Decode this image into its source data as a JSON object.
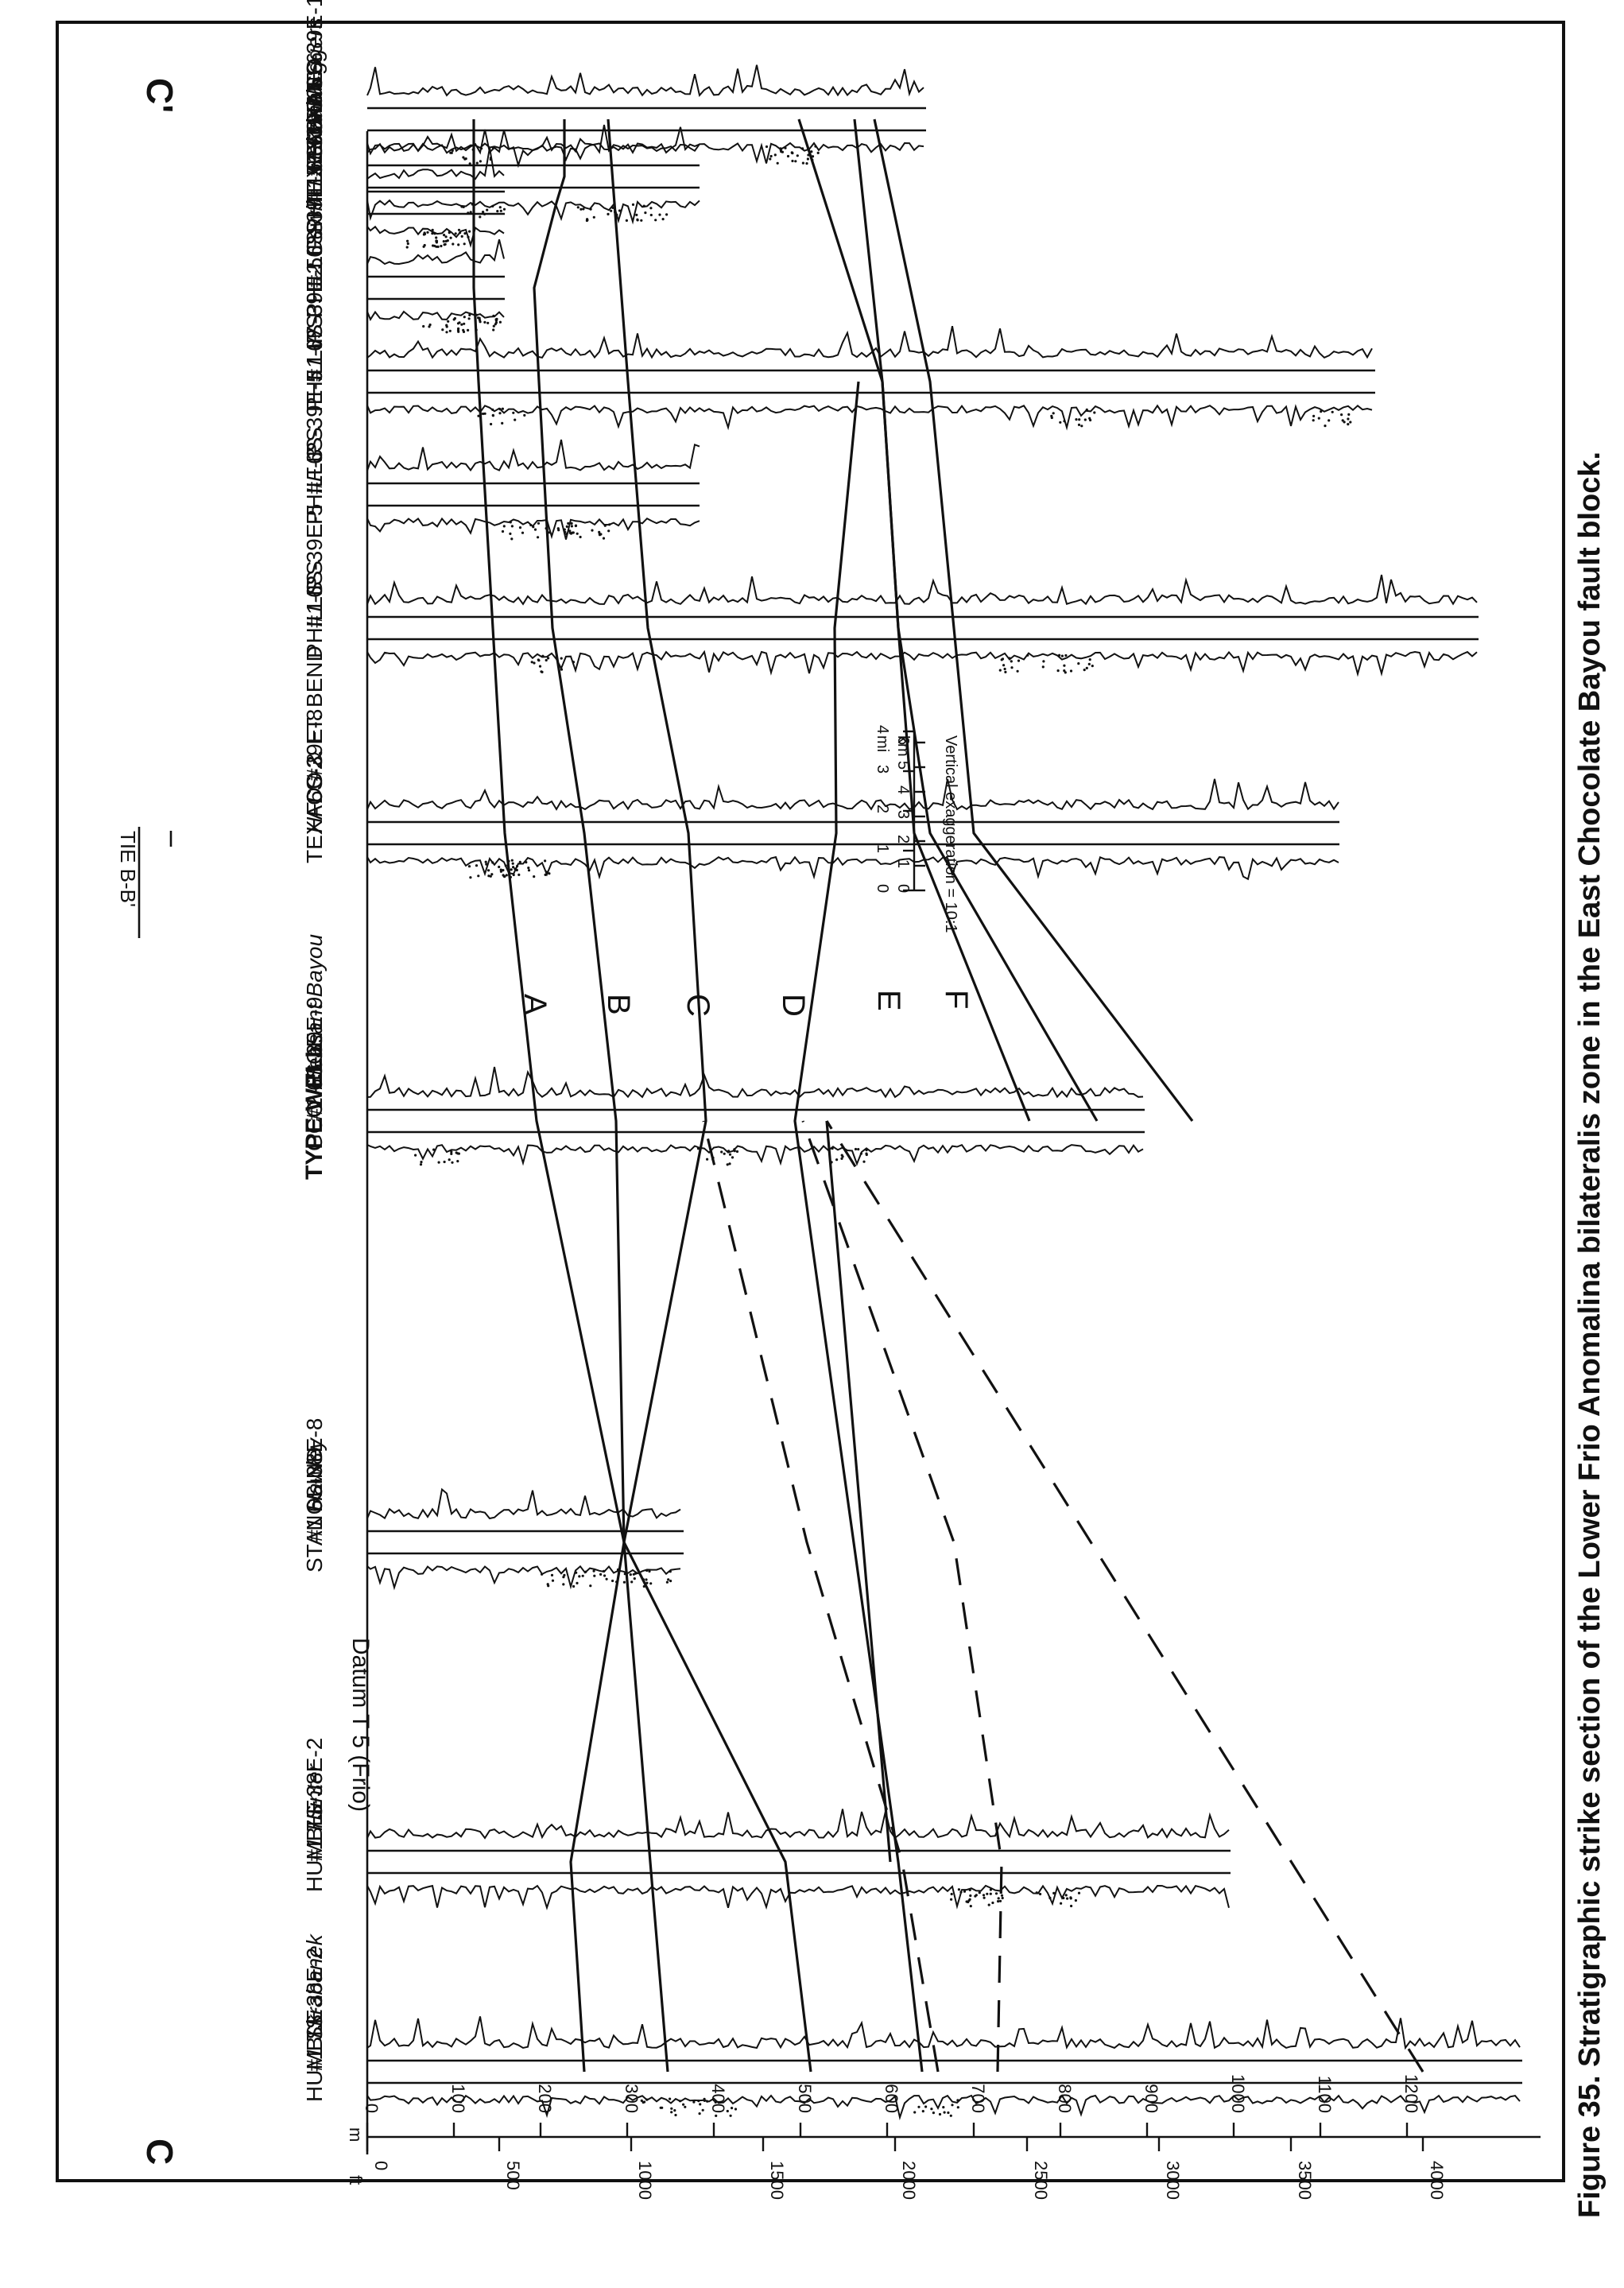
{
  "figure": {
    "caption": "Figure 35. Stratigraphic strike section of the Lower Frio Anomalina bilateralis zone in the East Chocolate Bayou fault block.",
    "corner_left": "C",
    "corner_right": "C'",
    "datum_label": "Datum T 5 (Frio)",
    "tie_label": "TIE B-B'",
    "vertical_exaggeration": "Vertical exaggeration = 10:1"
  },
  "depth_axis": {
    "ft_unit": "ft",
    "m_unit": "m",
    "ft_ticks": [
      "0",
      "500",
      "1000",
      "1500",
      "2000",
      "2500",
      "3000",
      "3500",
      "4000"
    ],
    "m_ticks": [
      "0",
      "100",
      "200",
      "300",
      "400",
      "500",
      "600",
      "700",
      "800",
      "900",
      "1000",
      "1100",
      "1200"
    ]
  },
  "scale_bar": {
    "mi_unit": "mi",
    "km_unit": "km",
    "mi_ticks": [
      "0",
      "1",
      "2",
      "3",
      "4"
    ],
    "km_ticks": [
      "0",
      "1",
      "2",
      "3",
      "4",
      "5",
      "6"
    ]
  },
  "units": [
    "A",
    "B",
    "C",
    "D",
    "E",
    "F"
  ],
  "wells": [
    {
      "operator": "HUMBLE",
      "name": "#1 Skrabanek",
      "location": "7S-38E-2"
    },
    {
      "operator": "HUMBLE",
      "name": "#1 Hunter",
      "location": "7S-38E-2"
    },
    {
      "operator": "STANOLIND",
      "name": "#1 Hawley",
      "location": "6S-38E-8"
    },
    {
      "operator": "GCO - DOE",
      "name": "#2 Pleasant Bayou",
      "location": "6S-39E-9",
      "tag": "TYPE WELL"
    },
    {
      "operator": "TEXACO & FT. BEND",
      "name": "HFD #2",
      "location": "6S-39E-8"
    },
    {
      "operator": "PHILLIPS",
      "name": "#1-S",
      "location": "6S-39E-5"
    },
    {
      "operator": "PHILLIPS",
      "name": "#F-3",
      "location": "6S-39E-5"
    },
    {
      "operator": "PHILLIPS",
      "name": "#1-W",
      "location": "6S-39E-5"
    },
    {
      "operator": "PHILLIPS",
      "name": "#2 Gewil",
      "location": "6S-39E-5"
    },
    {
      "operator": "PHILLIPS",
      "name": "#1 Rekdahl",
      "location": "6S-39E-5"
    },
    {
      "operator": "TEX E TRANS",
      "name": "#1 Nana",
      "location": "6S-39E-6"
    },
    {
      "operator": "TEXACO",
      "name": "#1 Eggers",
      "location": "6S-39E-1"
    }
  ]
}
